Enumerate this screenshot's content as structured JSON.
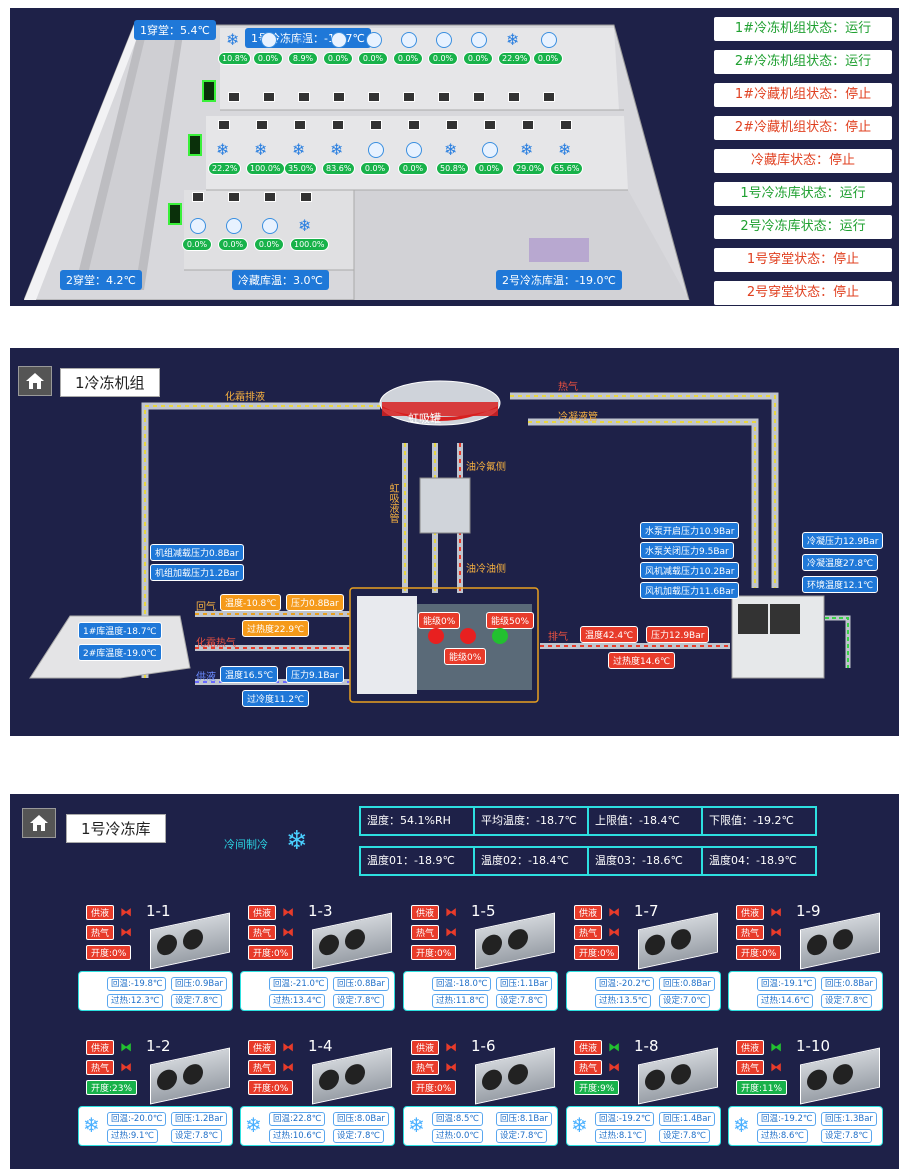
{
  "panel1": {
    "labels": {
      "corr1": "1穿堂：5.4℃",
      "corr2": "2穿堂：4.2℃",
      "freezer1": "1号冷冻库温：-18.7℃",
      "freezer2": "2号冷冻库温：-19.0℃",
      "cold": "冷藏库温：3.0℃"
    },
    "row1_pcts": [
      "10.8%",
      "0.0%",
      "8.9%",
      "0.0%",
      "0.0%",
      "0.0%",
      "0.0%",
      "0.0%",
      "22.9%",
      "0.0%"
    ],
    "row2_pcts": [
      "22.2%",
      "100.0%",
      "35.0%",
      "83.6%",
      "0.0%",
      "0.0%",
      "50.8%",
      "0.0%",
      "29.0%",
      "65.6%"
    ],
    "row3_pcts": [
      "0.0%",
      "0.0%",
      "0.0%",
      "100.0%"
    ],
    "status": [
      {
        "text": "1#冷冻机组状态：运行",
        "state": "run"
      },
      {
        "text": "2#冷冻机组状态：运行",
        "state": "run"
      },
      {
        "text": "1#冷藏机组状态：停止",
        "state": "stop"
      },
      {
        "text": "2#冷藏机组状态：停止",
        "state": "stop"
      },
      {
        "text": "冷藏库状态：停止",
        "state": "stop"
      },
      {
        "text": "1号冷冻库状态：运行",
        "state": "run"
      },
      {
        "text": "2号冷冻库状态：运行",
        "state": "run"
      },
      {
        "text": "1号穿堂状态：停止",
        "state": "stop"
      },
      {
        "text": "2号穿堂状态：停止",
        "state": "stop"
      }
    ]
  },
  "panel2": {
    "title": "1冷冻机组",
    "tank": "虹吸罐",
    "pipe_labels": {
      "defrost_drain": "化霜排液",
      "hot_gas": "热气",
      "cond_liquid": "冷凝液管",
      "oil_fluor": "油冷氟侧",
      "oil_oil": "油冷油侧",
      "siphon": "虹吸液管",
      "return": "回气",
      "defrost_heat": "化霜热气",
      "supply": "供液",
      "discharge": "排气"
    },
    "unit_pressure": [
      "机组减载压力0.8Bar",
      "机组加载压力1.2Bar"
    ],
    "room_temps": [
      "1#库温度-18.7℃",
      "2#库温度-19.0℃"
    ],
    "return_vals": {
      "temp": "温度-10.8℃",
      "press": "压力0.8Bar",
      "superheat": "过热度22.9℃"
    },
    "supply_vals": {
      "temp": "温度16.5℃",
      "press": "压力9.1Bar",
      "subcool": "过冷度11.2℃"
    },
    "discharge_vals": {
      "temp": "温度42.4℃",
      "press": "压力12.9Bar",
      "superheat": "过热度14.6℃"
    },
    "capacity": [
      "能级0%",
      "能级50%",
      "能级0%"
    ],
    "pump_fan": [
      "水泵开启压力10.9Bar",
      "水泵关闭压力9.5Bar",
      "风机减载压力10.2Bar",
      "风机加载压力11.6Bar"
    ],
    "cond": [
      "冷凝压力12.9Bar",
      "冷凝温度27.8℃",
      "环境温度12.1℃"
    ],
    "colors": {
      "bg": "#1e2148",
      "blue": "#1f78d8",
      "orange": "#f59a1a",
      "red": "#e83b2a"
    }
  },
  "panel3": {
    "title": "1号冷冻库",
    "mode": "冷间制冷",
    "stats_top": [
      "湿度：54.1%RH",
      "平均温度：-18.7℃",
      "上限值：-18.4℃",
      "下限值：-19.2℃"
    ],
    "stats_bottom": [
      "温度01：-18.9℃",
      "温度02：-18.4℃",
      "温度03：-18.6℃",
      "温度04：-18.9℃"
    ],
    "supply_label": "供液",
    "hot_label": "热气",
    "evaps": [
      {
        "name": "1-1",
        "open": "开度:0%",
        "ret": "回温:-19.8℃",
        "pres": "回压:0.9Bar",
        "sh": "过热:12.3℃",
        "set": "设定:7.8℃"
      },
      {
        "name": "1-3",
        "open": "开度:0%",
        "ret": "回温:-21.0℃",
        "pres": "回压:0.8Bar",
        "sh": "过热:13.4℃",
        "set": "设定:7.8℃"
      },
      {
        "name": "1-5",
        "open": "开度:0%",
        "ret": "回温:-18.0℃",
        "pres": "回压:1.1Bar",
        "sh": "过热:11.8℃",
        "set": "设定:7.8℃"
      },
      {
        "name": "1-7",
        "open": "开度:0%",
        "ret": "回温:-20.2℃",
        "pres": "回压:0.8Bar",
        "sh": "过热:13.5℃",
        "set": "设定:7.0℃"
      },
      {
        "name": "1-9",
        "open": "开度:0%",
        "ret": "回温:-19.1℃",
        "pres": "回压:0.8Bar",
        "sh": "过热:14.6℃",
        "set": "设定:7.8℃"
      },
      {
        "name": "1-2",
        "open": "开度:23%",
        "ret": "回温:-20.0℃",
        "pres": "回压:1.2Bar",
        "sh": "过热:9.1℃",
        "set": "设定:7.8℃"
      },
      {
        "name": "1-4",
        "open": "开度:0%",
        "ret": "回温:22.8℃",
        "pres": "回压:8.0Bar",
        "sh": "过热:10.6℃",
        "set": "设定:7.8℃"
      },
      {
        "name": "1-6",
        "open": "开度:0%",
        "ret": "回温:8.5℃",
        "pres": "回压:8.1Bar",
        "sh": "过热:0.0℃",
        "set": "设定:7.8℃"
      },
      {
        "name": "1-8",
        "open": "开度:9%",
        "ret": "回温:-19.2℃",
        "pres": "回压:1.4Bar",
        "sh": "过热:8.1℃",
        "set": "设定:7.8℃"
      },
      {
        "name": "1-10",
        "open": "开度:11%",
        "ret": "回温:-19.2℃",
        "pres": "回压:1.3Bar",
        "sh": "过热:8.6℃",
        "set": "设定:7.8℃"
      }
    ]
  }
}
